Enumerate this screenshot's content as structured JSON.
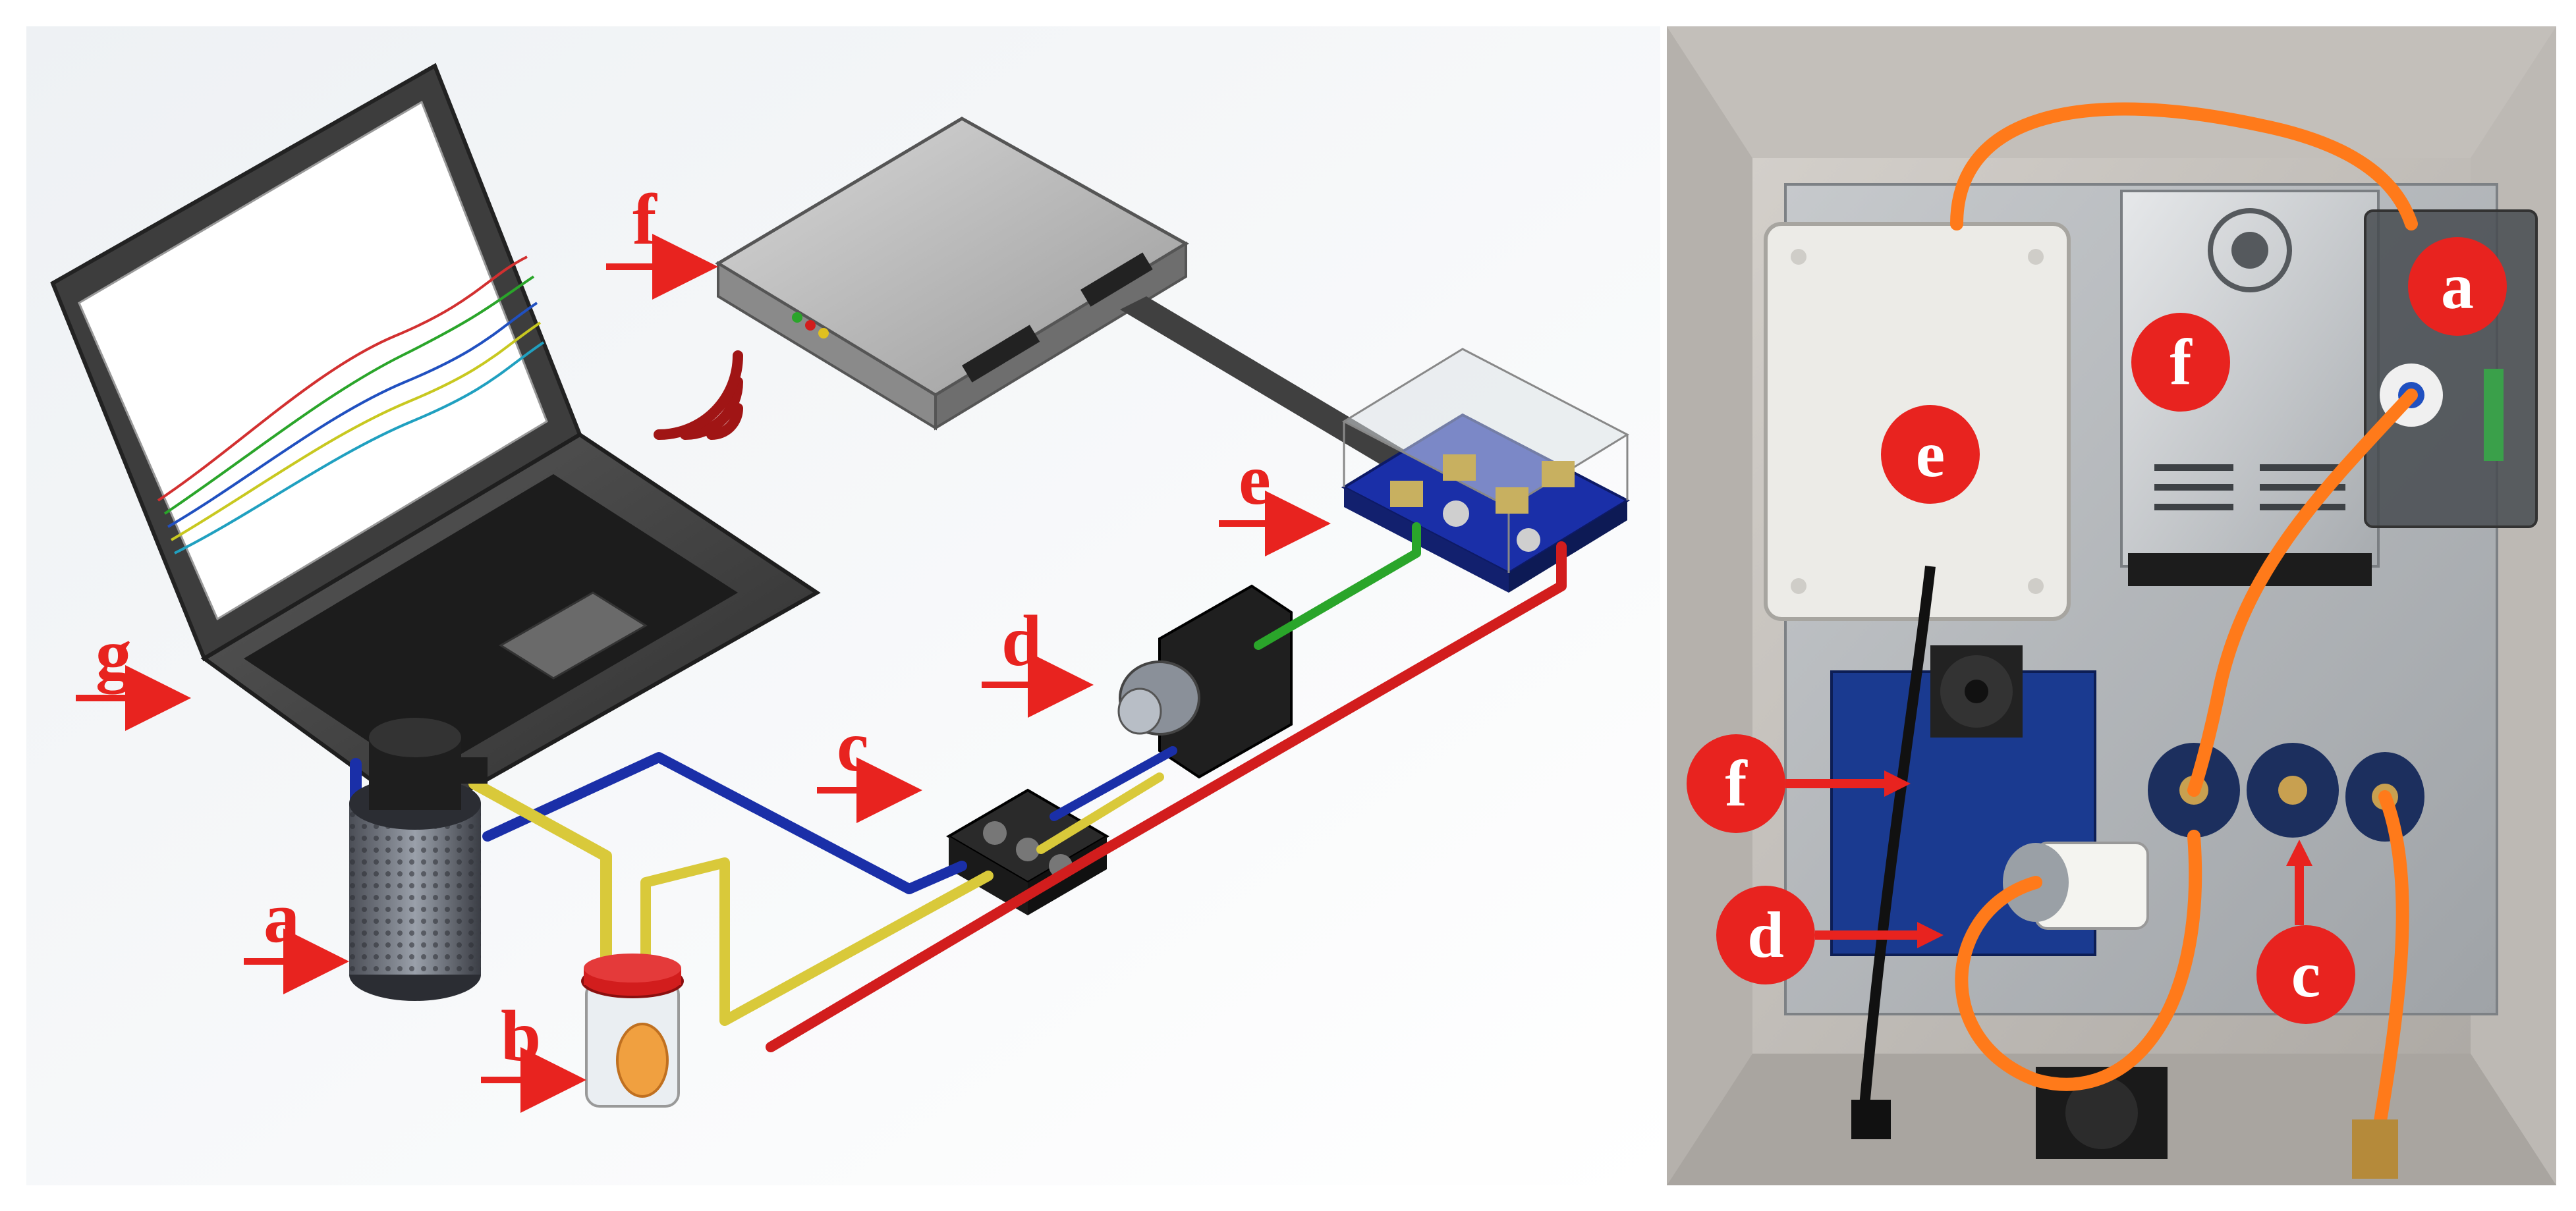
{
  "left_panel": {
    "labels": {
      "a": "a",
      "b": "b",
      "c": "c",
      "d": "d",
      "e": "e",
      "f": "f",
      "g": "g"
    },
    "label_color": "#e8231f"
  },
  "right_panel": {
    "labels": {
      "a": "a",
      "c": "c",
      "d": "d",
      "e": "e",
      "f_power": "f",
      "f_board": "f"
    },
    "badge_color": "#e8231f"
  },
  "colors": {
    "tube_blue": "#1a2fa8",
    "tube_yellow": "#d9c93a",
    "tube_red": "#d21d1d",
    "tube_green": "#2aa52a",
    "tube_orange": "#ff7a1a",
    "wifi": "#a01515"
  }
}
